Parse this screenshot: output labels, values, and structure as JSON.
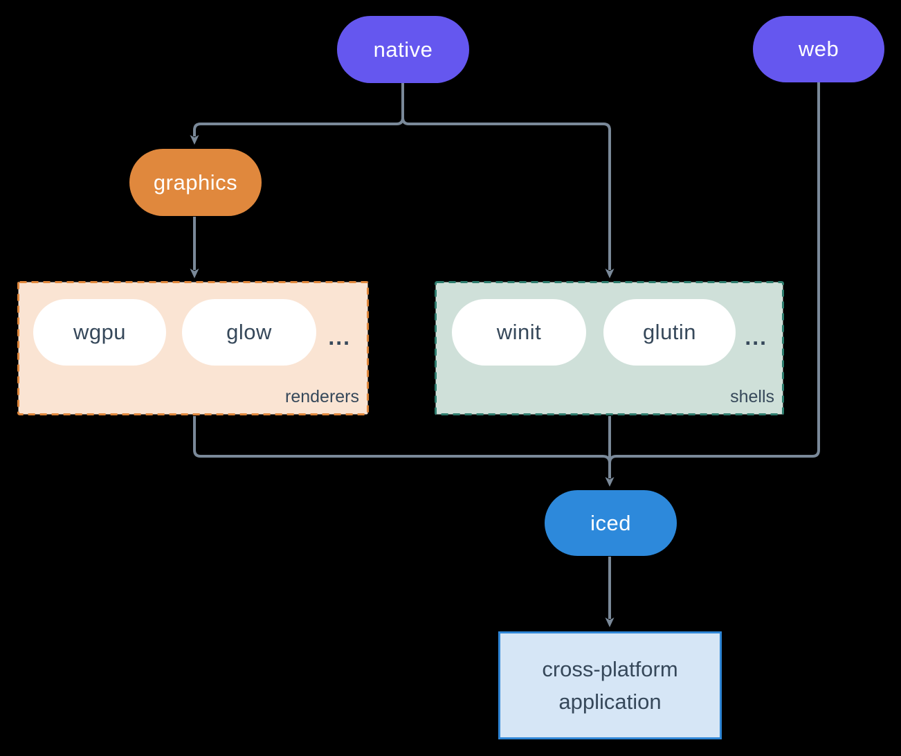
{
  "diagram": {
    "nodes": {
      "native": "native",
      "web": "web",
      "graphics": "graphics",
      "iced": "iced",
      "application_lines": [
        "cross-platform",
        "application"
      ]
    },
    "groups": {
      "renderers": {
        "label": "renderers",
        "items": [
          "wgpu",
          "glow"
        ],
        "more": "..."
      },
      "shells": {
        "label": "shells",
        "items": [
          "winit",
          "glutin"
        ],
        "more": "..."
      }
    },
    "edges": [
      {
        "from": "native",
        "to": "graphics"
      },
      {
        "from": "native",
        "to": "shells"
      },
      {
        "from": "graphics",
        "to": "renderers"
      },
      {
        "from": "renderers",
        "to": "iced"
      },
      {
        "from": "shells",
        "to": "iced"
      },
      {
        "from": "web",
        "to": "iced"
      },
      {
        "from": "iced",
        "to": "application"
      }
    ],
    "colors": {
      "background": "#000000",
      "platform_pill": "#6557EF",
      "graphics_pill": "#E0883D",
      "iced_pill": "#2D89DB",
      "renderers_fill": "#FAE4D3",
      "renderers_border": "#E0873C",
      "shells_fill": "#CFE0D9",
      "shells_border": "#2E7D6E",
      "item_fill": "#FFFFFF",
      "dark_text": "#36485A",
      "light_text": "#FFFFFF",
      "edge": "#7A8999",
      "application_fill": "#D6E6F6",
      "application_border": "#2F86D6"
    }
  }
}
